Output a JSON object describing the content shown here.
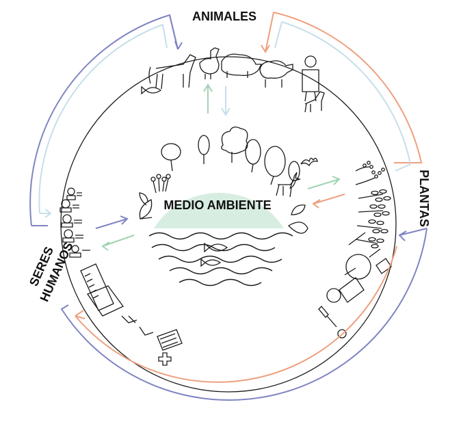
{
  "center_label": "MEDIO AMBIENTE",
  "sectors": {
    "animals": "ANIMALES",
    "plants": "PLANTAS",
    "humans_line1": "SERES",
    "humans_line2": "HUMANOS"
  },
  "colors": {
    "blue_purple": "#7f84c2",
    "light_blue": "#c5dfea",
    "orange": "#eda07f",
    "green": "#9fd3b2",
    "mint_fill": "#d7ede1",
    "line": "#1a1a1a"
  },
  "icons": [
    "fish-icon",
    "cow-icon",
    "chicken-icon",
    "pig-icon",
    "sheep-icon",
    "farmer-icon",
    "goat-icon",
    "tree-icon",
    "bat-icon",
    "deer-icon",
    "leaf-icon",
    "flower-icon",
    "plant-sprigs-icon",
    "plant-pods-icon",
    "people-icon",
    "building-icon",
    "hospital-icon",
    "lab-equipment-icon",
    "water-waves-icon"
  ]
}
